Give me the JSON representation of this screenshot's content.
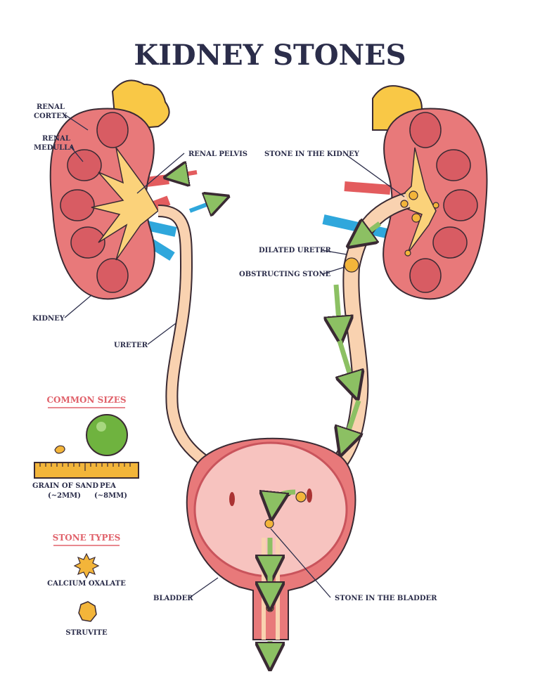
{
  "title": "KIDNEY STONES",
  "labels": {
    "renal_cortex": [
      "RENAL",
      "CORTEX"
    ],
    "renal_medulla": [
      "RENAL",
      "MEDULLA"
    ],
    "renal_pelvis": "RENAL PELVIS",
    "kidney": "KIDNEY",
    "ureter": "URETER",
    "stone_in_kidney": "STONE IN THE KIDNEY",
    "dilated_ureter": "DILATED URETER",
    "obstructing_stone": "OBSTRUCTING STONE",
    "bladder": "BLADDER",
    "stone_in_bladder": "STONE IN THE BLADDER"
  },
  "common_sizes": {
    "heading": "COMMON SIZES",
    "sand": [
      "GRAIN OF SAND",
      "(~2MM)"
    ],
    "pea": [
      "PEA",
      "(~8MM)"
    ]
  },
  "stone_types": {
    "heading": "STONE TYPES",
    "items": [
      "CALCIUM OXALATE",
      "STRUVITE"
    ]
  },
  "colors": {
    "kidney": "#e8797a",
    "medulla": "#d85c63",
    "pelvis": "#fbd27a",
    "fat": "#f9c846",
    "artery": "#e35c5e",
    "vein": "#2fa7dc",
    "stone": "#f3b53a",
    "arrow": "#8cc063",
    "title": "#2b2d4a",
    "accent": "#e0616a"
  }
}
